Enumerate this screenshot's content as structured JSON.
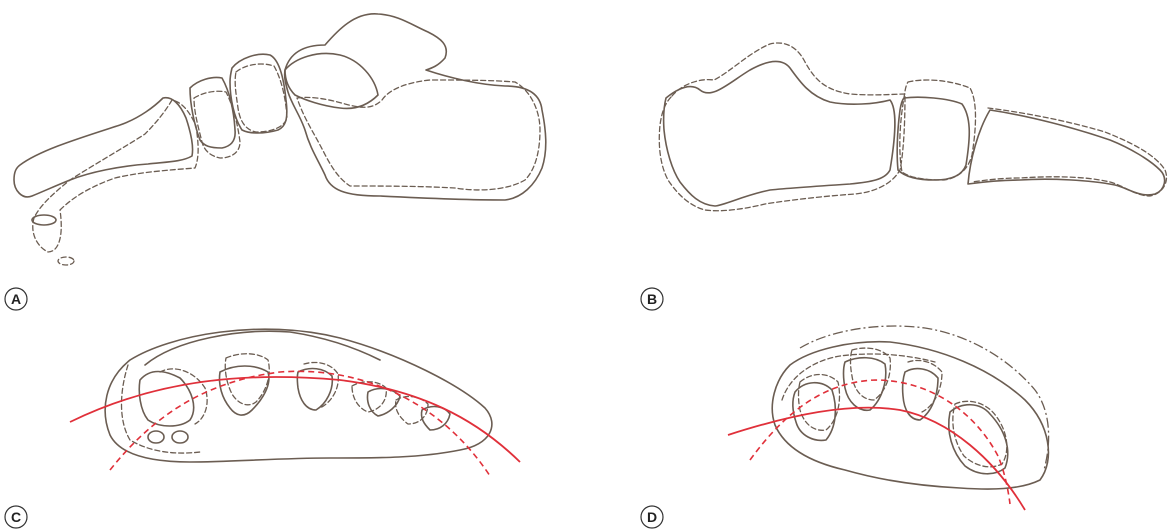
{
  "panels": {
    "a": {
      "label": "A"
    },
    "b": {
      "label": "B"
    },
    "c": {
      "label": "C"
    },
    "d": {
      "label": "D"
    }
  },
  "colors": {
    "outline": "#6b5d52",
    "arc": "#e0303a",
    "background": "#ffffff"
  },
  "legend": {
    "solid_line": "",
    "dashed_line": ""
  }
}
